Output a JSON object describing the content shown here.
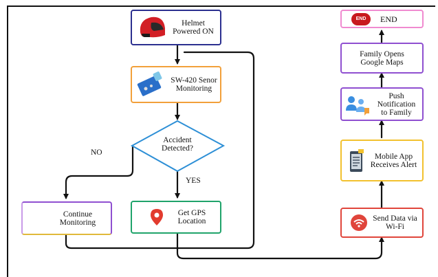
{
  "nodes": {
    "helmet_on": {
      "label": "Helmet Powered ON",
      "border_color": "#2b2f8f"
    },
    "sensor_monitoring": {
      "label": "SW-420 Senor Monitoring",
      "border_color": "#f2a03a"
    },
    "accident_detected": {
      "label": "Accident Detected?",
      "border_color": "#2d8fd6"
    },
    "continue_monitoring": {
      "label": "Continue Monitoring",
      "border_color": "#8f4fd0"
    },
    "get_gps": {
      "label": "Get GPS Location",
      "border_color": "#1fa36a"
    },
    "send_data": {
      "label": "Send Data via Wi-Fi",
      "border_color": "#e0453b"
    },
    "mobile_app": {
      "label": "Mobile App Receives Alert",
      "border_color": "#f2c12e"
    },
    "push_notification": {
      "label": "Push Notification to Family",
      "border_color": "#8f4fd0"
    },
    "family_maps": {
      "label": "Family Opens Google Maps",
      "border_color": "#8f4fd0"
    },
    "end": {
      "label": "END",
      "border_color": "#f08ad0"
    }
  },
  "edge_labels": {
    "no": "NO",
    "yes": "YES"
  },
  "icons": {
    "helmet": "helmet-icon",
    "sensor": "vibration-sensor-icon",
    "gps": "map-pin-icon",
    "wifi": "wifi-icon",
    "phone": "phone-alert-icon",
    "family": "family-notification-icon",
    "end": "end-badge-icon"
  },
  "end_badge_text": "END"
}
